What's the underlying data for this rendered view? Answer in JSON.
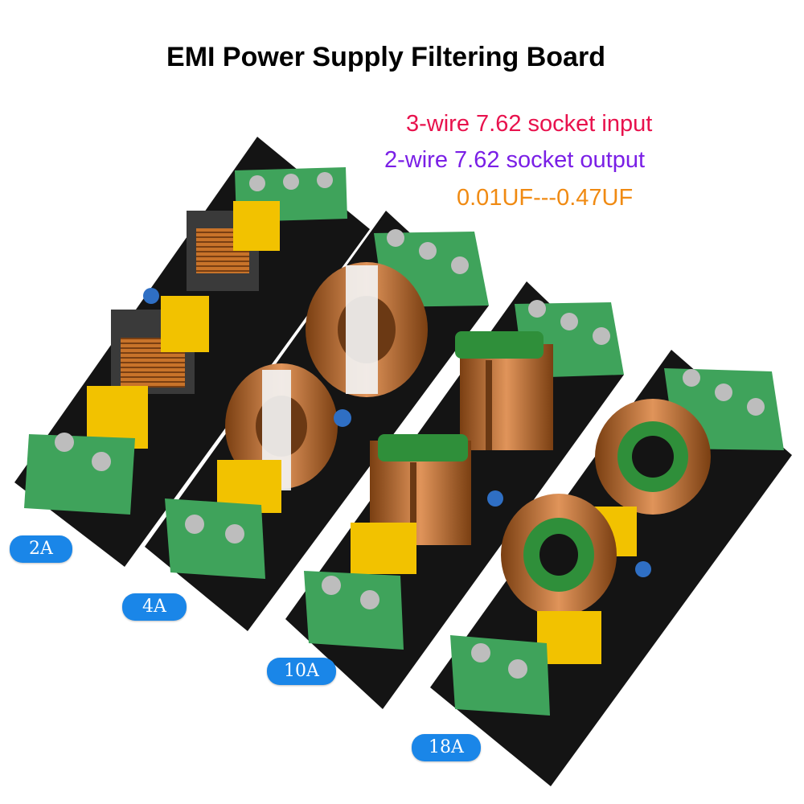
{
  "title": "EMI Power Supply Filtering Board",
  "specs": {
    "input": "3-wire 7.62 socket input",
    "output": "2-wire 7.62 socket output",
    "capacitance": "0.01UF---0.47UF"
  },
  "boards": [
    {
      "rating": "2A"
    },
    {
      "rating": "4A"
    },
    {
      "rating": "10A"
    },
    {
      "rating": "18A"
    }
  ],
  "colors": {
    "pcb": "#141414",
    "terminal_block": "#3fa35b",
    "x_capacitor": "#f2c200",
    "y_capacitor": "#2f6fc4",
    "copper_coil": "#c8732a",
    "core_green": "#2f8f3a",
    "badge": "#1a86e8",
    "spec_input": "#e8124d",
    "spec_output": "#7a1fe6",
    "spec_capacitance": "#f08a12"
  }
}
